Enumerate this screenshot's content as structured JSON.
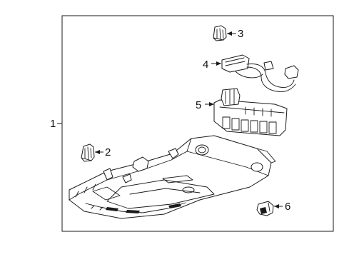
{
  "callouts": [
    "1",
    "2",
    "3",
    "4",
    "5",
    "6"
  ],
  "icons": {
    "clip_3": "retainer-clip-icon",
    "harness_4": "wire-harness-icon",
    "module_5": "control-module-icon",
    "clip_2": "retainer-clip-icon",
    "console_1": "overhead-console-icon",
    "bulb_6": "lamp-socket-icon"
  }
}
